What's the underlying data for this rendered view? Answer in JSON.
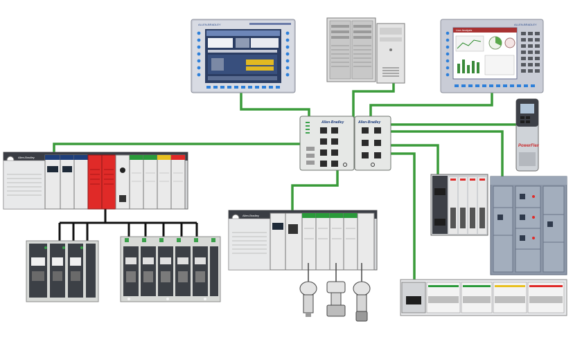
{
  "hmi_left": {
    "brand": "ALLEN-BRADLEY"
  },
  "hmi_right": {
    "brand": "ALLEN-BRADLEY",
    "screen_title": "Line Analysis"
  },
  "switch_left": {
    "brand": "Allen-Bradley"
  },
  "switch_right": {
    "brand": "Allen-Bradley"
  },
  "controller_left": {
    "brand": "Allen-Bradley"
  },
  "controller_center": {
    "brand": "Allen-Bradley"
  },
  "drive": {
    "brand": "PowerFlex"
  },
  "colors": {
    "network": "#3a9b3a",
    "wire": "#111111",
    "hmi_frame": "#c9ccd6",
    "key_blue": "#2d7fd9",
    "red_module": "#e02a28"
  }
}
